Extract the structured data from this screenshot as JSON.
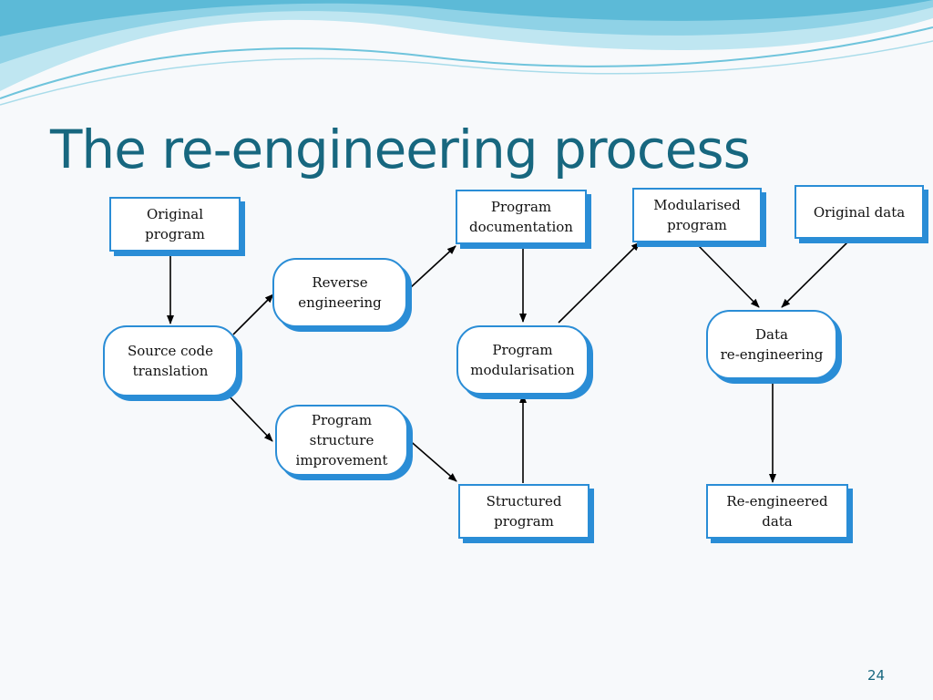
{
  "slide": {
    "title": "The re-engineering process",
    "page_number": "24"
  },
  "diagram": {
    "nodes": {
      "original_program": "Original\nprogram",
      "source_code_translation": "Source code\ntranslation",
      "reverse_engineering": "Reverse\nengineering",
      "program_structure_improvement": "Program\nstructure\nimprovement",
      "program_documentation": "Program\ndocumentation",
      "program_modularisation": "Program\nmodularisation",
      "structured_program": "Structured\nprogram",
      "modularised_program": "Modularised\nprogram",
      "original_data": "Original data",
      "data_reengineering": "Data\nre-engineering",
      "reengineered_data": "Re-engineered\ndata"
    }
  },
  "colors": {
    "title": "#17677f",
    "box_border": "#2a8dd6",
    "arrow": "#000000"
  }
}
